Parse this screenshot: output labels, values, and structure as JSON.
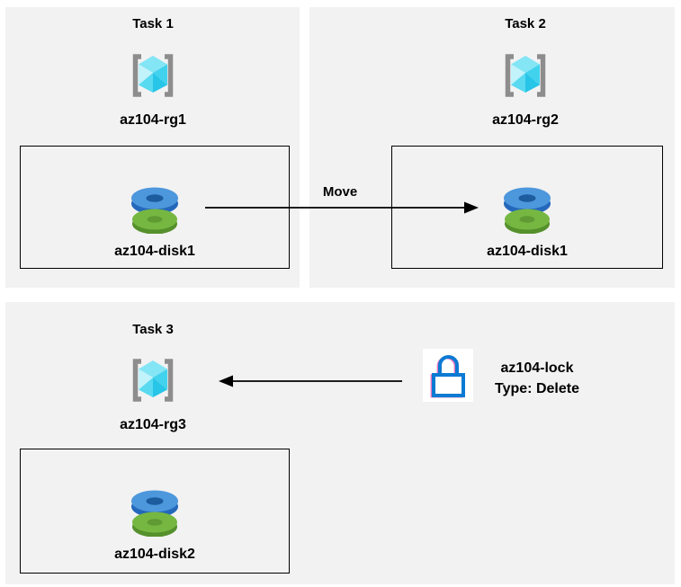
{
  "diagram": {
    "tasks": [
      {
        "title": "Task 1",
        "resource_group": "az104-rg1",
        "disk": "az104-disk1"
      },
      {
        "title": "Task 2",
        "resource_group": "az104-rg2",
        "disk": "az104-disk1"
      },
      {
        "title": "Task 3",
        "resource_group": "az104-rg3",
        "disk": "az104-disk2"
      }
    ],
    "move_arrow_label": "Move",
    "lock": {
      "name": "az104-lock",
      "type": "Type: Delete"
    },
    "colors": {
      "page_bg": "#ffffff",
      "panel_bg": "#f2f2f2",
      "box_border": "#000000",
      "arrow": "#000000",
      "text": "#000000",
      "bracket_gray": "#8d8d8d",
      "cube_top": "#84e5f5",
      "cube_left_light": "#c2f3fb",
      "cube_left": "#59daf1",
      "cube_right": "#41d2ee",
      "cube_right_dark": "#27c5e7",
      "disk_blue_top": "#4d97dc",
      "disk_blue_side": "#2468bb",
      "disk_blue_hole": "#1d5c9e",
      "disk_green_top": "#76b742",
      "disk_green_side": "#55902c",
      "disk_green_hole": "#5f9a33",
      "lock_blue": "#0b7ad3",
      "lock_fringe": "#e561b4"
    }
  }
}
